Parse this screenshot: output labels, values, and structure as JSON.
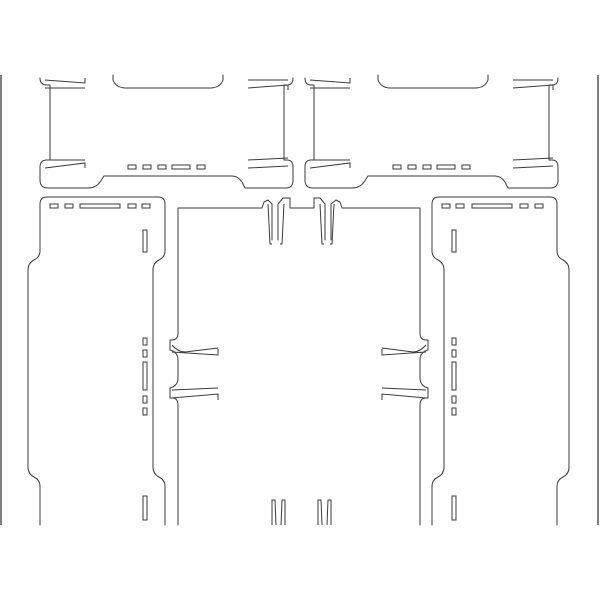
{
  "drawing": {
    "kind": "laser-cut template",
    "colors": {
      "background": "#ffffff",
      "line": "#3a3a3a"
    },
    "parts": [
      {
        "name": "top-left-panel",
        "has_text": false
      },
      {
        "name": "top-right-panel",
        "has_text": false
      },
      {
        "name": "left-side-panel",
        "has_text": false
      },
      {
        "name": "center-panel",
        "has_text": false
      },
      {
        "name": "right-side-panel",
        "has_text": false
      }
    ]
  }
}
